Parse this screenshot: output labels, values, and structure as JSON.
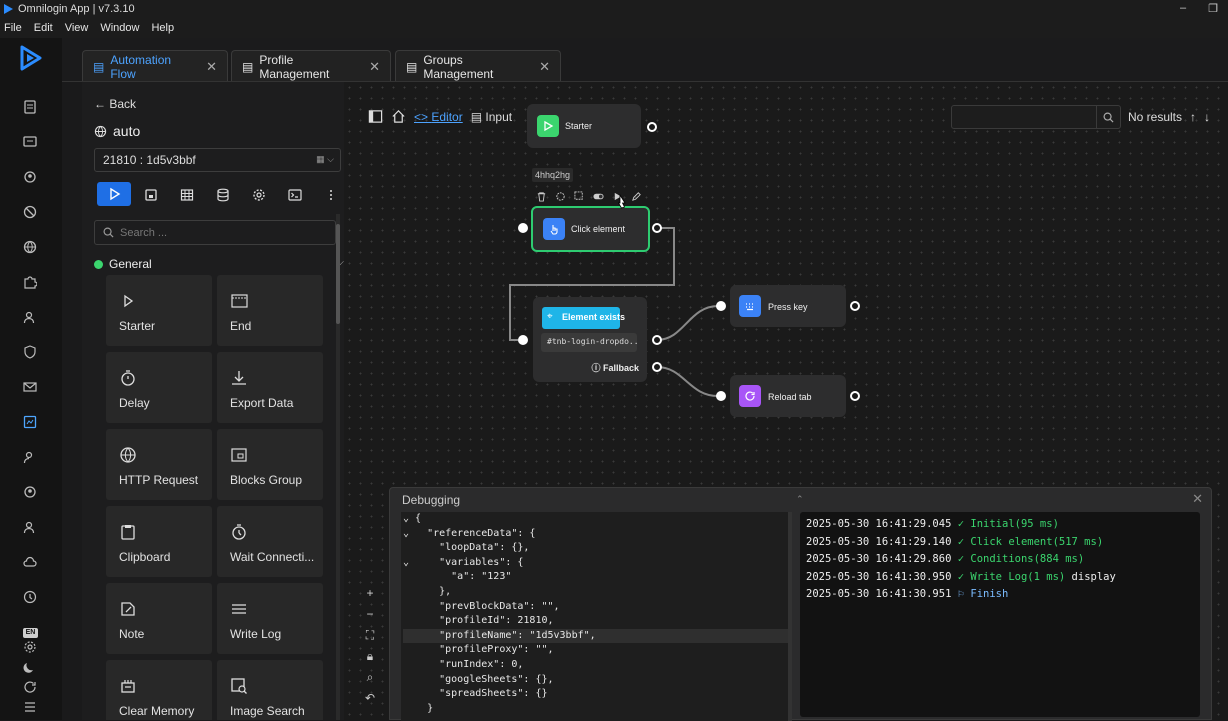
{
  "window": {
    "title": "Omnilogin App | v7.3.10",
    "min": "–",
    "restore": "❐"
  },
  "menu": [
    "File",
    "Edit",
    "View",
    "Window",
    "Help"
  ],
  "tabs": [
    {
      "label": "Automation Flow",
      "close": "✕"
    },
    {
      "label": "Profile Management",
      "close": "✕"
    },
    {
      "label": "Groups Management",
      "close": "✕"
    }
  ],
  "rail": {
    "lang": "EN"
  },
  "sidebar": {
    "back": "Back",
    "workflow_name": "auto",
    "profile_select": "21810 : 1d5v3bbf",
    "search_placeholder": "Search ...",
    "category": "General",
    "blocks": [
      {
        "label": "Starter",
        "icon": "play-icon"
      },
      {
        "label": "End",
        "icon": "flag-icon"
      },
      {
        "label": "Delay",
        "icon": "timer-icon"
      },
      {
        "label": "Export Data",
        "icon": "download-icon"
      },
      {
        "label": "HTTP Request",
        "icon": "globe-icon"
      },
      {
        "label": "Blocks Group",
        "icon": "group-icon"
      },
      {
        "label": "Clipboard",
        "icon": "clipboard-icon"
      },
      {
        "label": "Wait Connecti...",
        "icon": "stopwatch-icon"
      },
      {
        "label": "Note",
        "icon": "note-icon"
      },
      {
        "label": "Write Log",
        "icon": "lines-icon"
      },
      {
        "label": "Clear Memory",
        "icon": "memory-icon"
      },
      {
        "label": "Image Search",
        "icon": "image-search-icon"
      }
    ]
  },
  "canvas": {
    "breadcrumb": {
      "editor": "Editor",
      "input": "Input",
      "editor_prefix": "<>"
    },
    "search_result": "No results",
    "node_tag": "4hhq2hg",
    "nodes": {
      "starter": "Starter",
      "click": "Click element",
      "exists": "Element exists",
      "selector": "#tnb-login-dropdo...",
      "fallback": "Fallback",
      "press": "Press key",
      "reload": "Reload tab"
    },
    "colors": {
      "accent": "#1f6fe5",
      "green": "#3bd56e",
      "cyan": "#1fb5e8",
      "purple": "#a855f7"
    }
  },
  "debug": {
    "title": "Debugging",
    "json_lines": [
      "{",
      "  \"referenceData\": {",
      "    \"loopData\": {},",
      "    \"variables\": {",
      "      \"a\": \"123\"",
      "    },",
      "    \"prevBlockData\": \"\",",
      "    \"profileId\": 21810,",
      "    \"profileName\": \"1d5v3bbf\",",
      "    \"profileProxy\": \"\",",
      "    \"runIndex\": 0,",
      "    \"googleSheets\": {},",
      "    \"spreadSheets\": {}",
      "  }"
    ],
    "logs": [
      {
        "time": "2025-05-30 16:41:29.045",
        "text": "Initial(95 ms)"
      },
      {
        "time": "2025-05-30 16:41:29.140",
        "text": "Click element(517 ms)"
      },
      {
        "time": "2025-05-30 16:41:29.860",
        "text": "Conditions(884 ms)"
      },
      {
        "time": "2025-05-30 16:41:30.950",
        "text": "Write Log(1 ms)",
        "extra": "display"
      },
      {
        "time": "2025-05-30 16:41:30.951",
        "text": "Finish"
      }
    ]
  }
}
